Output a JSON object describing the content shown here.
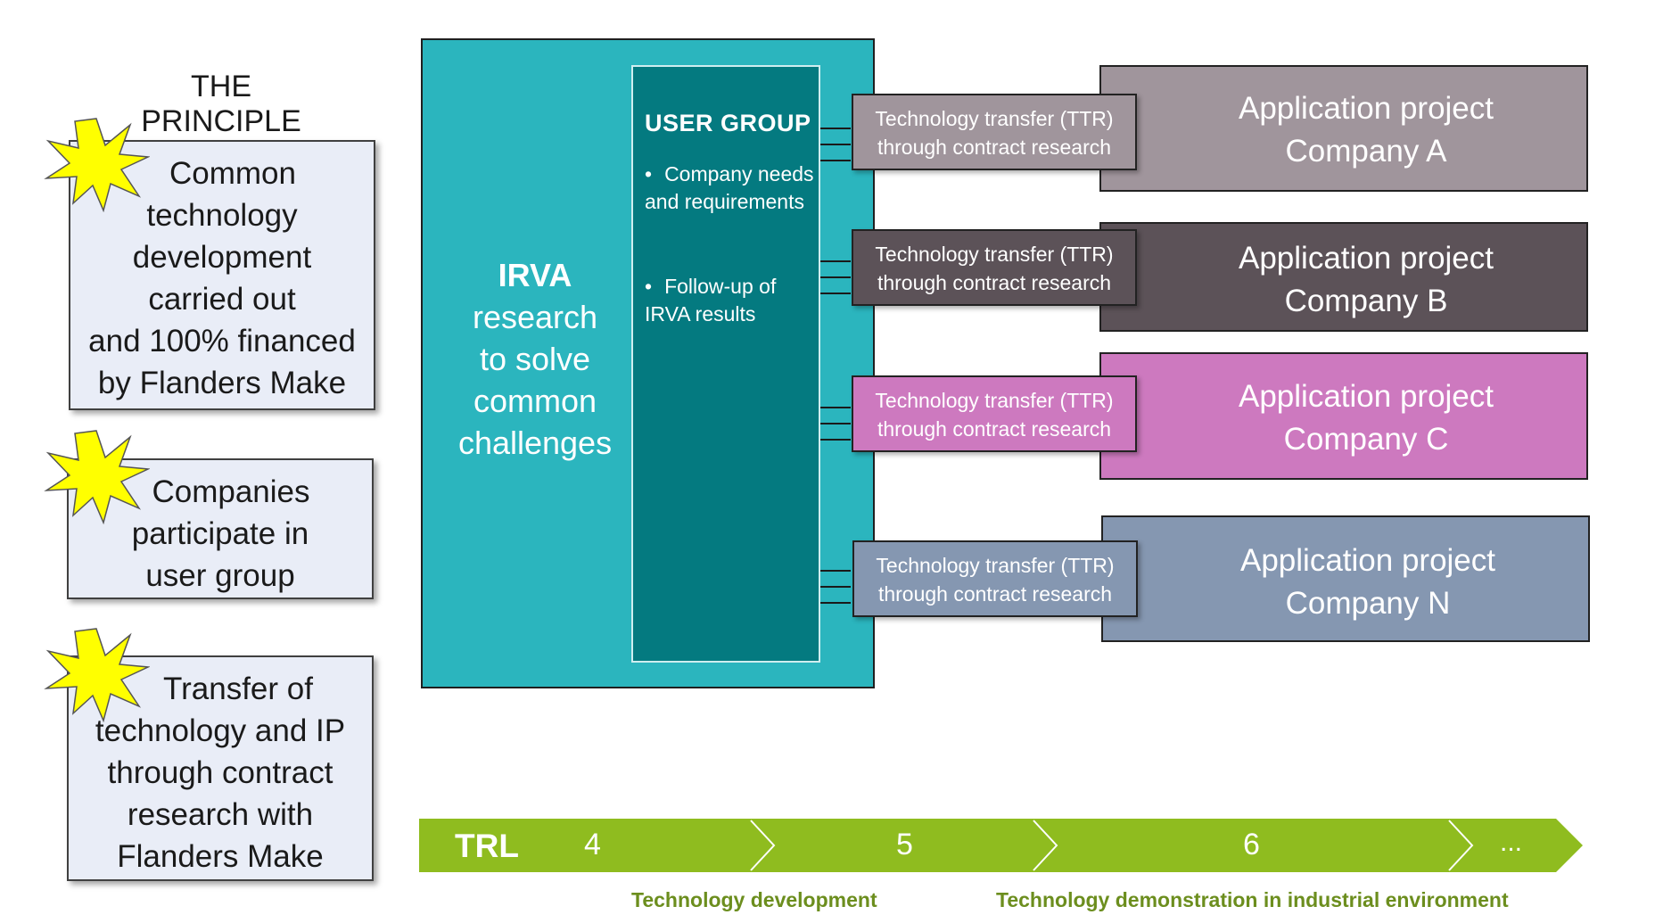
{
  "title": "THE PRINCIPLE",
  "principles": [
    {
      "lines": [
        "Common",
        "technology",
        "development",
        "carried out",
        "and 100% financed",
        "by Flanders Make"
      ]
    },
    {
      "lines": [
        "Companies",
        "participate in",
        "user group"
      ]
    },
    {
      "lines": [
        "Transfer of",
        "technology and IP",
        "through contract",
        "research with",
        "Flanders Make"
      ]
    }
  ],
  "irva": {
    "lines": [
      "IRVA",
      "research",
      "to solve",
      "common",
      "challenges"
    ]
  },
  "user_group": {
    "title": "USER GROUP",
    "bullets": [
      "Company needs and requirements",
      "Follow-up of IRVA results"
    ]
  },
  "transfers": [
    {
      "line1": "Technology transfer (TTR)",
      "line2": "through contract research",
      "color": "#a0959c"
    },
    {
      "line1": "Technology transfer (TTR)",
      "line2": "through contract research",
      "color": "#5c5258"
    },
    {
      "line1": "Technology transfer (TTR)",
      "line2": "through contract research",
      "color": "#cd79bf"
    },
    {
      "line1": "Technology transfer (TTR)",
      "line2": "through contract research",
      "color": "#8597b1"
    }
  ],
  "apps": [
    {
      "line1": "Application project",
      "line2": "Company A",
      "color": "#a0959c"
    },
    {
      "line1": "Application project",
      "line2": "Company B",
      "color": "#5c5258"
    },
    {
      "line1": "Application project",
      "line2": "Company C",
      "color": "#cd79bf"
    },
    {
      "line1": "Application project",
      "line2": "Company N",
      "color": "#8597b1"
    }
  ],
  "trl": {
    "label": "TRL",
    "levels": [
      "4",
      "5",
      "6",
      "..."
    ],
    "color": "#8fbc1f"
  },
  "phases": [
    "Technology development",
    "Technology demonstration in industrial environment"
  ],
  "colors": {
    "accent_teal": "#2bb5be",
    "user_group_teal": "#047a80",
    "arrow_teal": "#2bb5be",
    "star": "#ffff00"
  }
}
